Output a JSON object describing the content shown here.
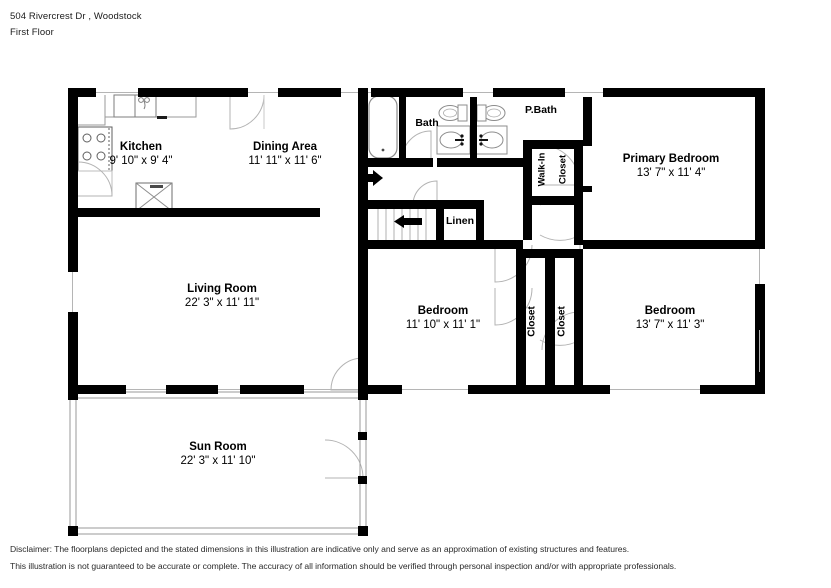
{
  "header": {
    "address": "504 Rivercrest Dr , Woodstock",
    "floor": "First Floor"
  },
  "disclaimer": {
    "line1": "Disclaimer: The floorplans depicted and the stated dimensions in this illustration are indicative only and serve as an approximation of existing structures and features.",
    "line2": "This illustration is not guaranteed to be accurate or complete. The accuracy of all information should be verified through personal inspection and/or with appropriate professionals."
  },
  "colors": {
    "wall": "#000000",
    "background": "#ffffff",
    "fixture_stroke": "#8c8c8c",
    "text": "#000000",
    "thin_wall": "#9a9a9a"
  },
  "rooms": [
    {
      "id": "kitchen",
      "name": "Kitchen",
      "dimensions": "9' 10\" x 9' 4\""
    },
    {
      "id": "dining-area",
      "name": "Dining Area",
      "dimensions": "11' 11\" x 11' 6\""
    },
    {
      "id": "living-room",
      "name": "Living Room",
      "dimensions": "22' 3\" x 11' 11\""
    },
    {
      "id": "sun-room",
      "name": "Sun Room",
      "dimensions": "22' 3\" x 11' 10\""
    },
    {
      "id": "bath",
      "name": "Bath",
      "dimensions": ""
    },
    {
      "id": "p-bath",
      "name": "P.Bath",
      "dimensions": ""
    },
    {
      "id": "linen",
      "name": "Linen",
      "dimensions": ""
    },
    {
      "id": "walk-in-closet",
      "name": "Walk-In",
      "dimensions": "Closet"
    },
    {
      "id": "primary-bedroom",
      "name": "Primary Bedroom",
      "dimensions": "13' 7\" x 11' 4\""
    },
    {
      "id": "bedroom-middle",
      "name": "Bedroom",
      "dimensions": "11' 10\" x 11' 1\""
    },
    {
      "id": "bedroom-right",
      "name": "Bedroom",
      "dimensions": "13' 7\" x 11' 3\""
    },
    {
      "id": "closet-left",
      "name": "Closet",
      "dimensions": ""
    },
    {
      "id": "closet-right",
      "name": "Closet",
      "dimensions": ""
    }
  ],
  "fixtures": [
    {
      "id": "kitchen-sink",
      "icon": "double-sink-icon"
    },
    {
      "id": "kitchen-range",
      "icon": "range-four-burner-icon"
    },
    {
      "id": "kitchen-appliance",
      "icon": "appliance-x-icon"
    },
    {
      "id": "bathtub",
      "icon": "bathtub-icon"
    },
    {
      "id": "toilet-bath",
      "icon": "toilet-icon"
    },
    {
      "id": "toilet-pbath",
      "icon": "toilet-icon"
    },
    {
      "id": "vanity-bath",
      "icon": "vanity-sink-icon"
    },
    {
      "id": "vanity-pbath",
      "icon": "vanity-sink-icon"
    },
    {
      "id": "stairs",
      "icon": "stairs-icon"
    }
  ],
  "arrows": [
    {
      "id": "hall-entry-arrow",
      "direction": "right"
    },
    {
      "id": "stairs-down-arrow",
      "direction": "left"
    }
  ]
}
